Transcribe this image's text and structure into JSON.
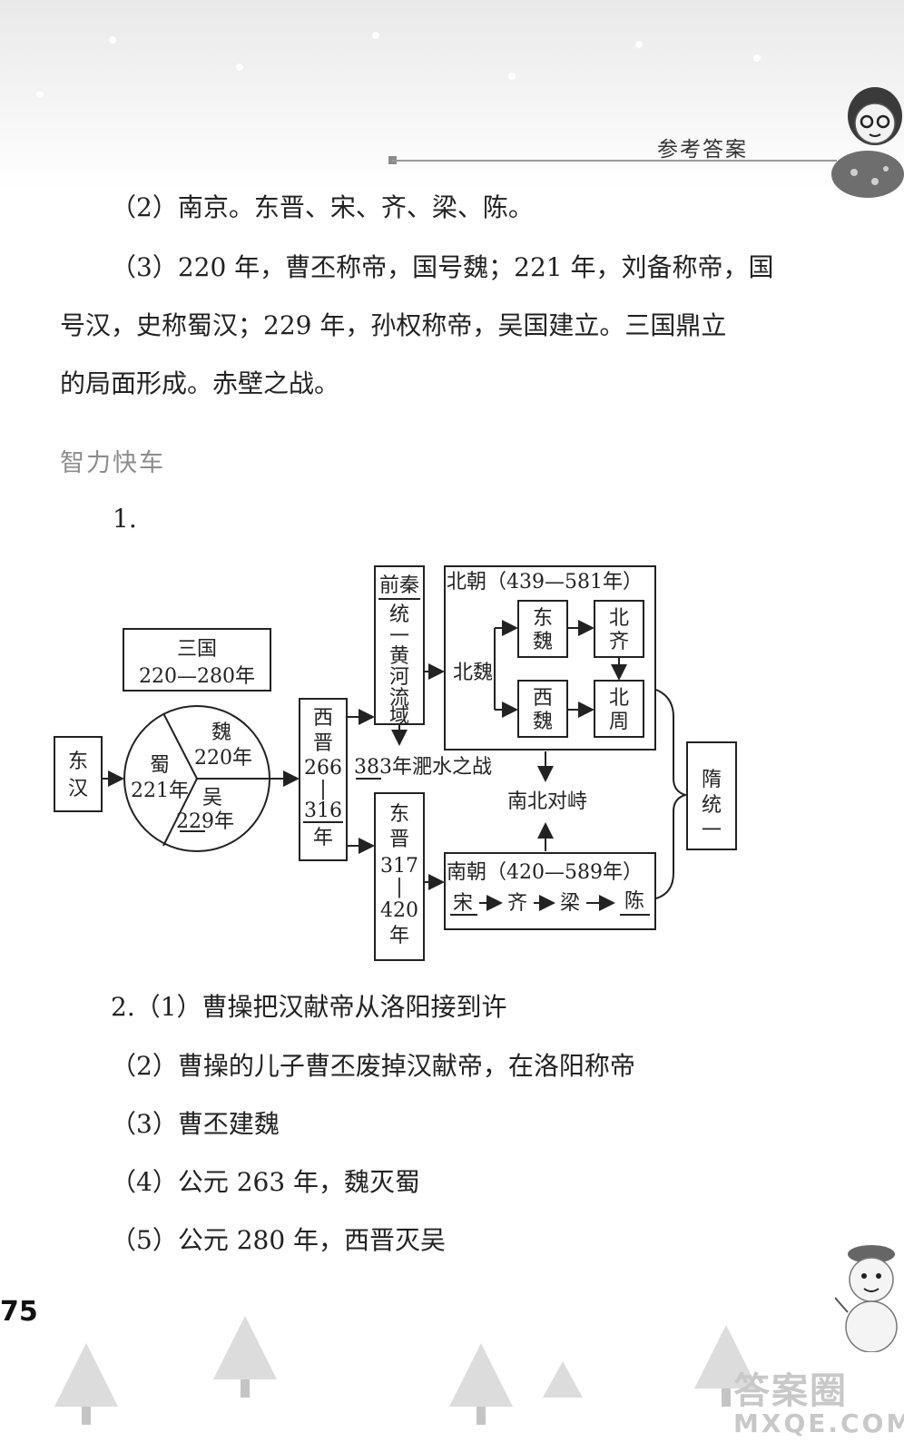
{
  "header": {
    "title": "参考答案"
  },
  "answers_part1": [
    "（2）南京。东晋、宋、齐、梁、陈。",
    "（3）220 年，曹丕称帝，国号魏；221 年，刘备称帝，国",
    "号汉，史称蜀汉；229 年，孙权称帝，吴国建立。三国鼎立",
    "的局面形成。赤壁之战。"
  ],
  "section_title": "智力快车",
  "q1_label": "1.",
  "diagram": {
    "donghan": [
      "东",
      "汉"
    ],
    "sanguo_title": "三国",
    "sanguo_years": "220—280年",
    "wei": [
      "魏",
      "220年"
    ],
    "shu": [
      "蜀",
      "221年"
    ],
    "wu": [
      "吴",
      "229年"
    ],
    "xijin": [
      "西",
      "晋",
      "266",
      "|",
      "316",
      "年"
    ],
    "qianqin": [
      "前秦",
      "统",
      "一",
      "黄",
      "河",
      "流",
      "域"
    ],
    "feishui": "383年淝水之战",
    "dongjin": [
      "东",
      "晋",
      "317",
      "|",
      "420",
      "年"
    ],
    "beichao_title": "北朝（439—581年）",
    "beiwei": "北魏",
    "dongwei": [
      "东",
      "魏"
    ],
    "beiqi": [
      "北",
      "齐"
    ],
    "xiwei": [
      "西",
      "魏"
    ],
    "beizhou": [
      "北",
      "周"
    ],
    "nanbei": "南北对峙",
    "nanchao_title": "南朝（420—589年）",
    "nanchao_states": [
      "宋",
      "齐",
      "梁",
      "陈"
    ],
    "sui": [
      "隋",
      "统",
      "一"
    ]
  },
  "answers_part2": [
    "2.（1）曹操把汉献帝从洛阳接到许",
    "（2）曹操的儿子曹丕废掉汉献帝，在洛阳称帝",
    "（3）曹丕建魏",
    "（4）公元 263 年，魏灭蜀",
    "（5）公元 280 年，西晋灭吴"
  ],
  "page_number": "75",
  "watermark": {
    "line1": "答案圈",
    "line2": "MXQE.COM"
  }
}
